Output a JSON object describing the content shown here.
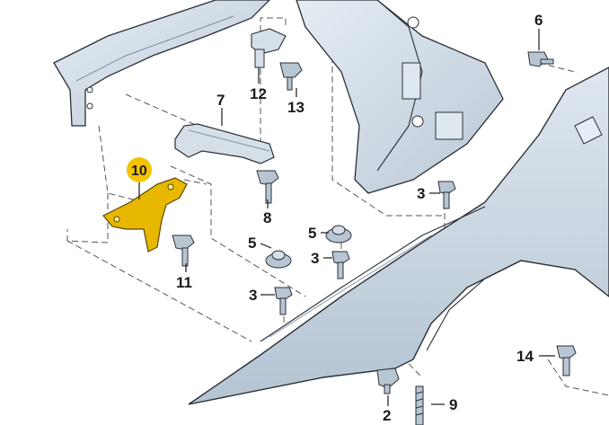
{
  "colors": {
    "panel": "#cfdbe6",
    "panel_light": "#e3eaf1",
    "panel_dark": "#9fb1c2",
    "outline": "#2a2f36",
    "highlight": "#f5c400",
    "highlight_part": "#e8b800",
    "bolt": "#b8c6d3"
  },
  "labels": {
    "p2": "2",
    "p3a": "3",
    "p3b": "3",
    "p3c": "3",
    "p5a": "5",
    "p5b": "5",
    "p6": "6",
    "p7": "7",
    "p8": "8",
    "p9": "9",
    "p10": "10",
    "p11": "11",
    "p12": "12",
    "p13": "13",
    "p14": "14"
  },
  "highlighted_part": "10"
}
